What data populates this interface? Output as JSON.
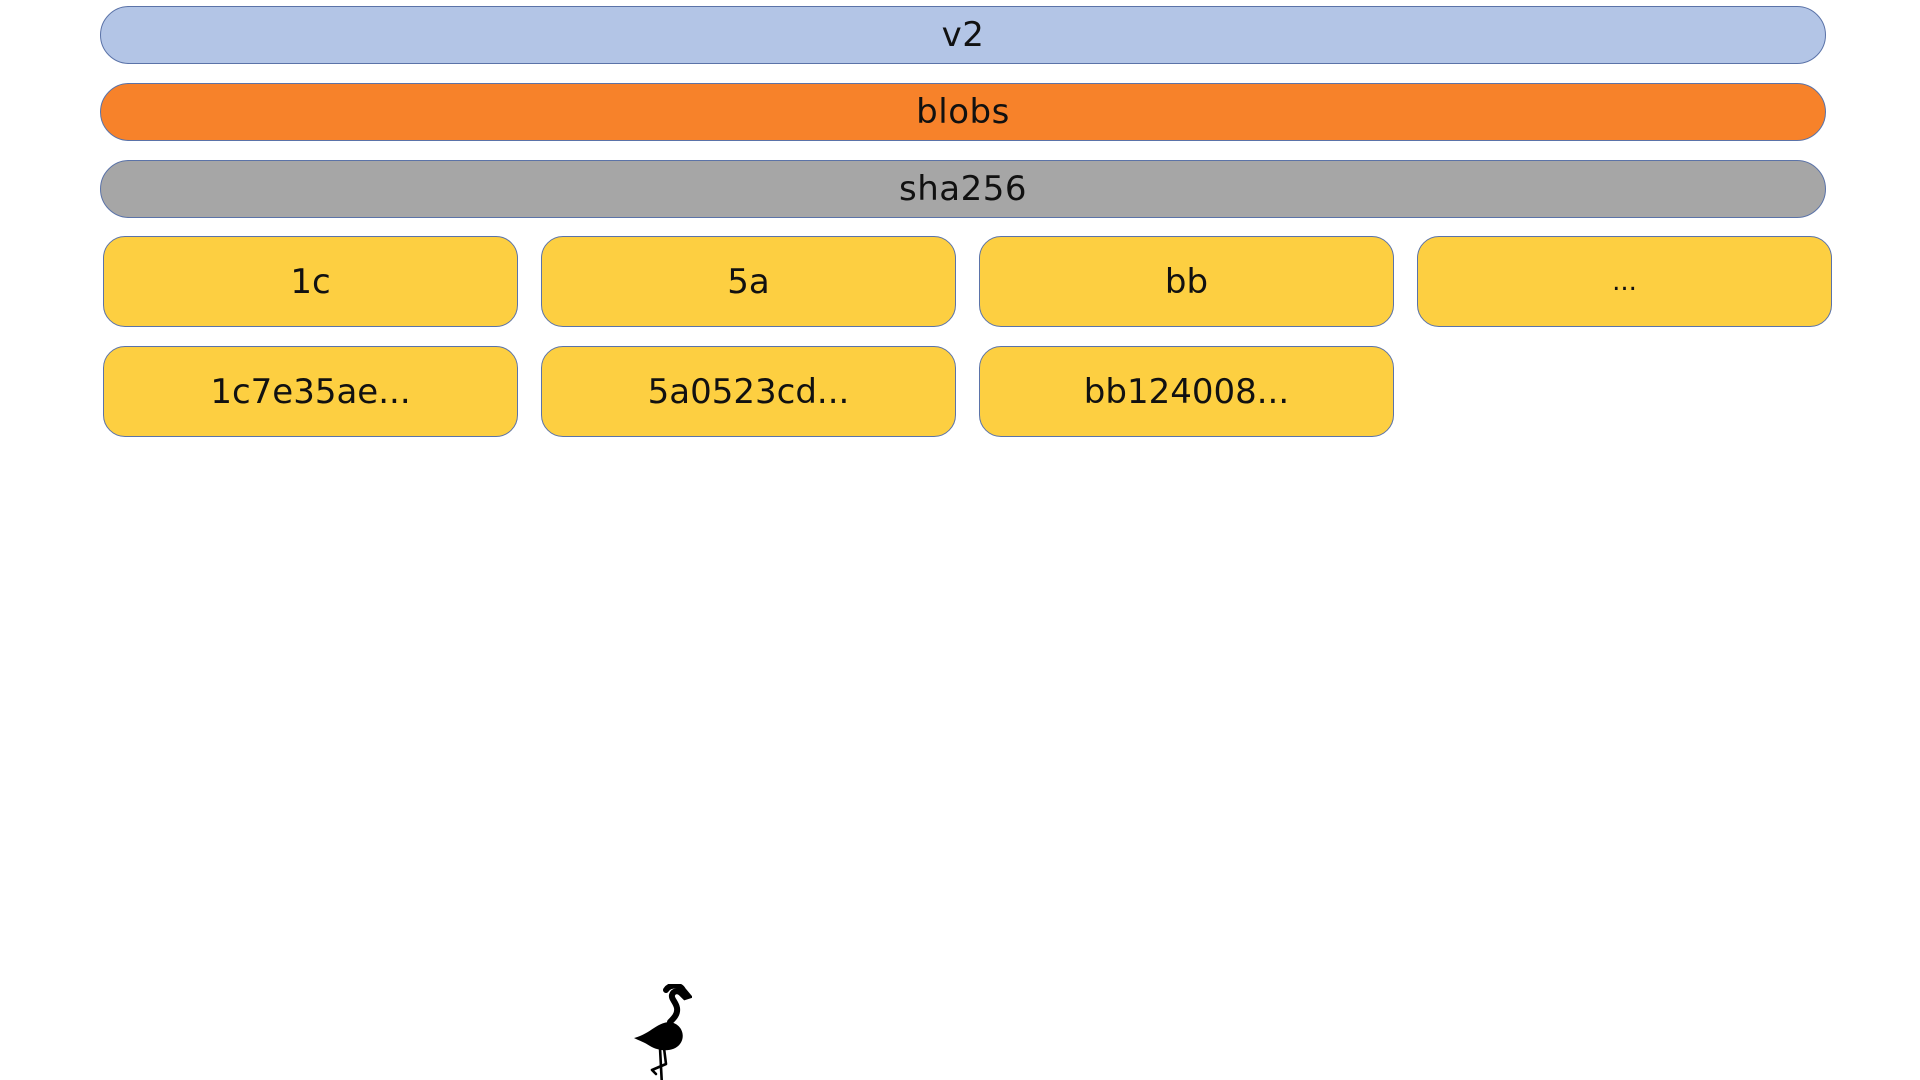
{
  "levels": {
    "root": "v2",
    "blobs": "blobs",
    "algorithm": "sha256"
  },
  "prefixes": [
    "1c",
    "5a",
    "bb",
    "..."
  ],
  "digests": [
    "1c7e35ae...",
    "5a0523cd...",
    "bb124008..."
  ],
  "icons": {
    "mascot": "flamingo-icon"
  },
  "colors": {
    "v2": "#b3c5e6",
    "blobs": "#f7822a",
    "sha256": "#a6a6a6",
    "folder": "#fdcf41",
    "border": "#5b73a8"
  }
}
